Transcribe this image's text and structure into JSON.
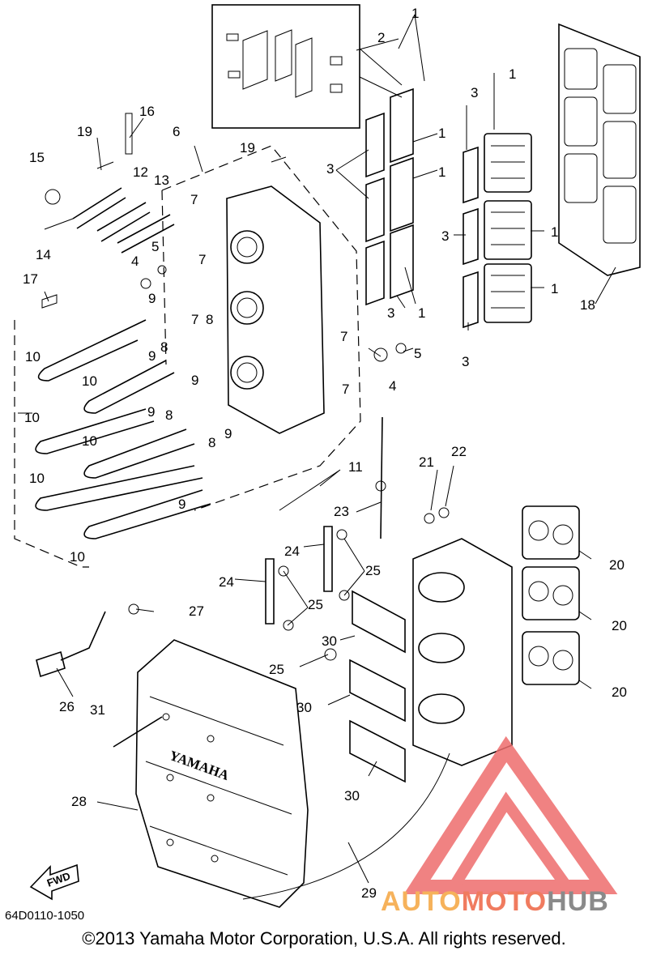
{
  "labels": [
    {
      "id": "1",
      "text": "1"
    },
    {
      "id": "2",
      "text": "2"
    },
    {
      "id": "3",
      "text": "3"
    },
    {
      "id": "4",
      "text": "4"
    },
    {
      "id": "5",
      "text": "5"
    },
    {
      "id": "6",
      "text": "6"
    },
    {
      "id": "7",
      "text": "7"
    },
    {
      "id": "8",
      "text": "8"
    },
    {
      "id": "9",
      "text": "9"
    },
    {
      "id": "10",
      "text": "10"
    },
    {
      "id": "11",
      "text": "11"
    },
    {
      "id": "12",
      "text": "12"
    },
    {
      "id": "13",
      "text": "13"
    },
    {
      "id": "14",
      "text": "14"
    },
    {
      "id": "15",
      "text": "15"
    },
    {
      "id": "16",
      "text": "16"
    },
    {
      "id": "17",
      "text": "17"
    },
    {
      "id": "18",
      "text": "18"
    },
    {
      "id": "19",
      "text": "19"
    },
    {
      "id": "20",
      "text": "20"
    },
    {
      "id": "21",
      "text": "21"
    },
    {
      "id": "22",
      "text": "22"
    },
    {
      "id": "23",
      "text": "23"
    },
    {
      "id": "24",
      "text": "24"
    },
    {
      "id": "25",
      "text": "25"
    },
    {
      "id": "26",
      "text": "26"
    },
    {
      "id": "27",
      "text": "27"
    },
    {
      "id": "28",
      "text": "28"
    },
    {
      "id": "29",
      "text": "29"
    },
    {
      "id": "30",
      "text": "30"
    },
    {
      "id": "31",
      "text": "31"
    }
  ],
  "cover_brand": "YAMAHA",
  "fwd_label": "FWD",
  "doc_code": "64D0110-1050",
  "copyright": "©2013 Yamaha Motor Corporation, U.S.A. All rights reserved.",
  "watermark": {
    "part1": "AUTO",
    "part2": "MOTO",
    "part3": "HUB"
  },
  "colors": {
    "watermark_red": "#ee6d6d",
    "watermark_orange": "#f6b25b",
    "watermark_gray": "#8a8a8a"
  }
}
